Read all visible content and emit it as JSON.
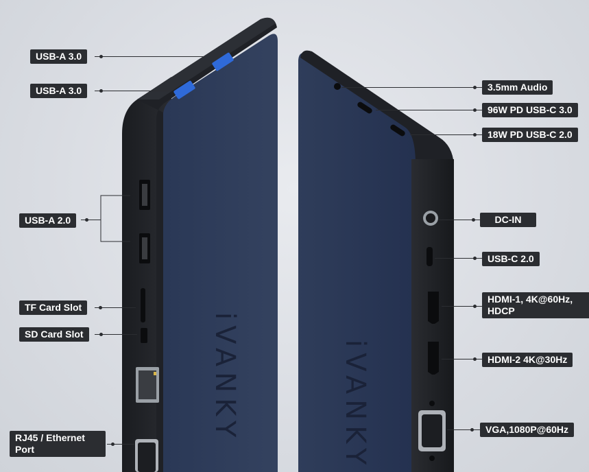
{
  "left_labels": {
    "usb_a_30_top": "USB-A 3.0",
    "usb_a_30_bottom": "USB-A 3.0",
    "usb_a_20": "USB-A 2.0",
    "tf_card": "TF Card Slot",
    "sd_card": "SD Card Slot",
    "rj45": "RJ45 / Ethernet Port"
  },
  "right_labels": {
    "audio": "3.5mm Audio",
    "usb_c_30": "96W PD USB-C 3.0",
    "usb_c_20_pd": "18W PD USB-C 2.0",
    "dc_in": "DC-IN",
    "usb_c_20": "USB-C 2.0",
    "hdmi1": "HDMI-1, 4K@60Hz, HDCP",
    "hdmi2": "HDMI-2 4K@30Hz",
    "vga": "VGA,1080P@60Hz"
  },
  "device": {
    "brand_logo_text": "iVANKY",
    "body_color": "#27344f",
    "frame_color": "#1c1e22"
  }
}
